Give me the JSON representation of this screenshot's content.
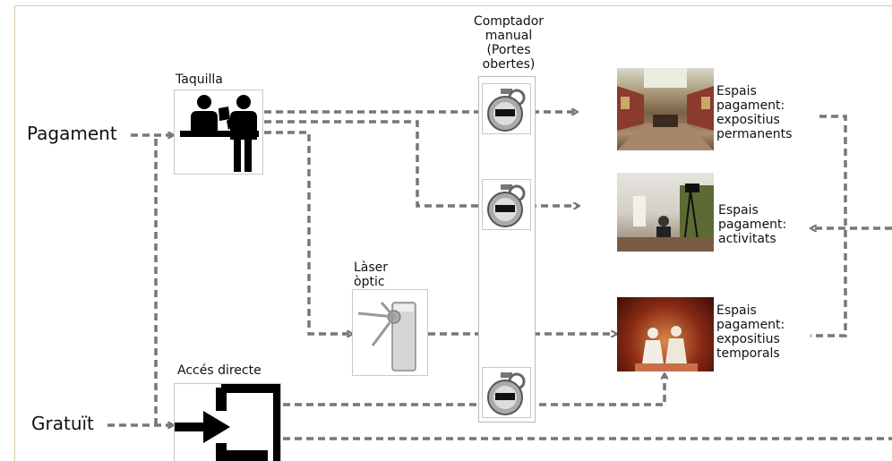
{
  "entries": {
    "paid": "Pagament",
    "free": "Gratuït"
  },
  "nodes": {
    "ticket_office": "Taquilla",
    "manual_counter": "Comptador manual (Portes obertes)",
    "laser": "Làser òptic",
    "direct_access": "Accés directe"
  },
  "spaces": {
    "permanent": "Espais pagament: expositius permanents",
    "activities": "Espais pagament: activitats",
    "temporary": "Espais pagament: expositius temporals"
  },
  "colors": {
    "connector": "#777777",
    "counter_border": "#bbbbbb"
  }
}
